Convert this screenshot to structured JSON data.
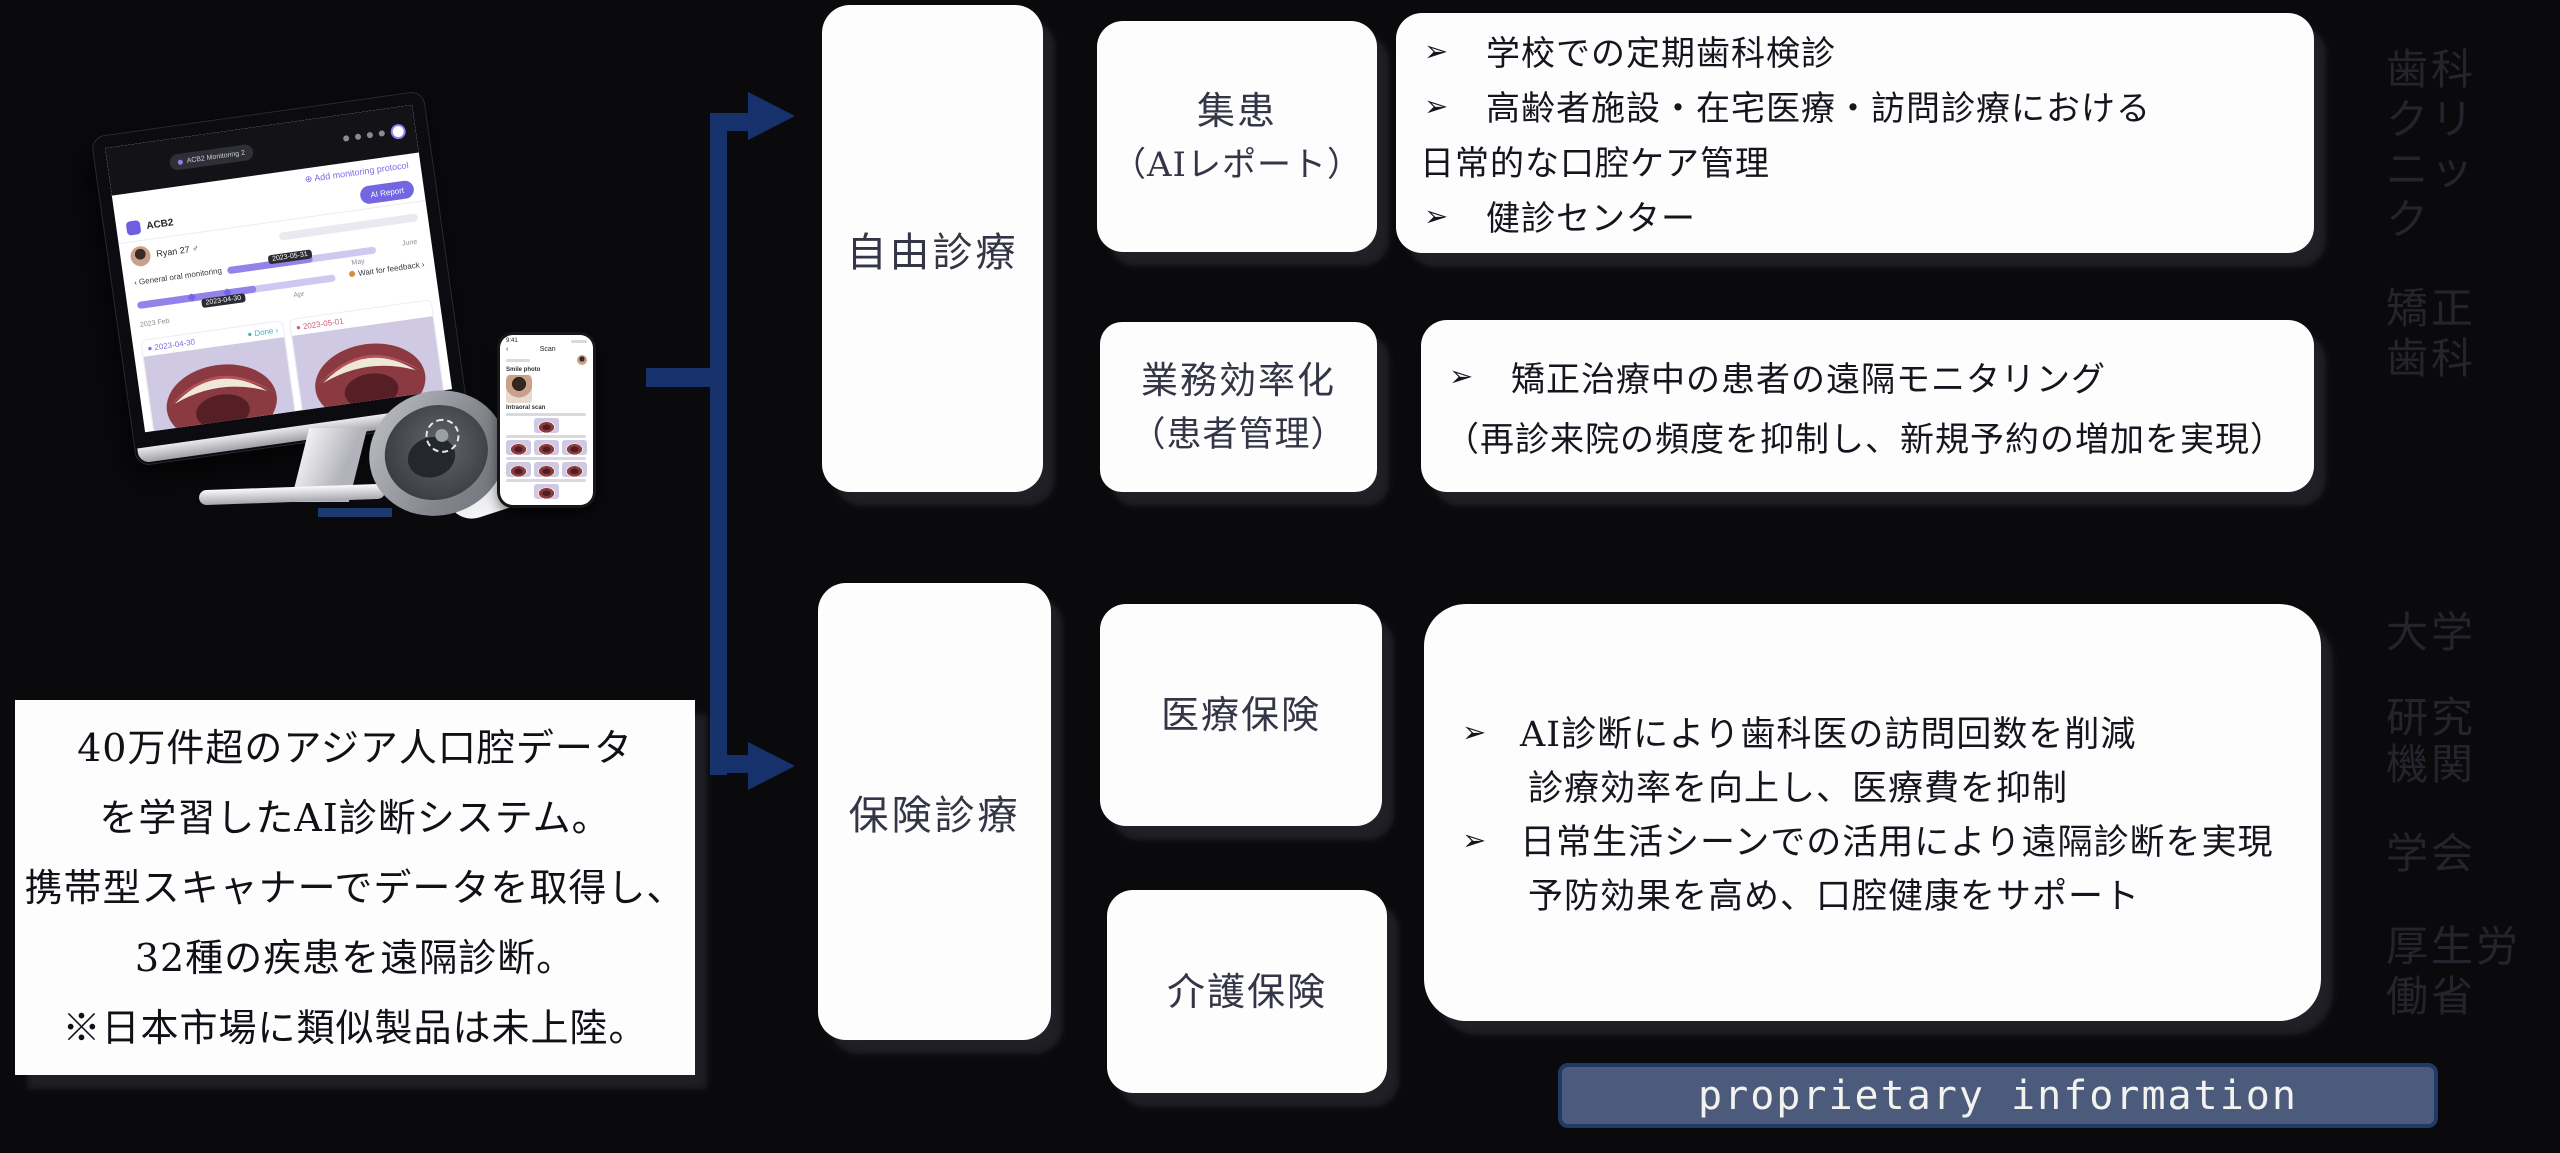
{
  "background": "#0a0a0d",
  "ui": {
    "bullet_char": "➢"
  },
  "colors": {
    "arrow_blue": "#16316b",
    "box_fill": "#fdfdfe",
    "box_text": "#343546",
    "bullet_text": "#15151e",
    "side_label_text": "#24252c",
    "proprietary_fill": "#4c5b7c",
    "proprietary_border": "#203a66",
    "proprietary_text": "#f2f2ee",
    "app_accent_purple": "#7b6ae8"
  },
  "description_box": {
    "lines": [
      "40万件超のアジア人口腔データ",
      "を学習したAI診断システム。",
      "携帯型スキャナーでデータを取得し、",
      "32種の疾患を遠隔診断。",
      "※日本市場に類似製品は未上陸。"
    ]
  },
  "flow": {
    "category_boxes": [
      {
        "label": "自由診療"
      },
      {
        "label": "保険診療"
      }
    ],
    "sub_boxes": [
      {
        "line1": "集患",
        "line2": "（AIレポート）"
      },
      {
        "line1": "業務効率化",
        "line2": "（患者管理）"
      },
      {
        "line1": "医療保険",
        "line2": ""
      },
      {
        "line1": "介護保険",
        "line2": ""
      }
    ],
    "detail_boxes": [
      {
        "items": [
          {
            "text": "学校での定期歯科検診"
          },
          {
            "text": "高齢者施設・在宅医療・訪問診療における"
          },
          {
            "text": "日常的な口腔ケア管理"
          },
          {
            "text": "健診センター"
          }
        ]
      },
      {
        "items": [
          {
            "text": "矯正治療中の患者の遠隔モニタリング"
          },
          {
            "text": "（再診来院の頻度を抑制し、新規予約の増加を実現）"
          }
        ]
      },
      {
        "items": [
          {
            "text": "AI診断により歯科医の訪問回数を削減"
          },
          {
            "text": "診療効率を向上し、医療費を抑制"
          },
          {
            "text": "日常生活シーンでの活用により遠隔診断を実現"
          },
          {
            "text": "予防効果を高め、口腔健康をサポート"
          }
        ]
      }
    ]
  },
  "side_labels": [
    {
      "text": "歯科クリニック"
    },
    {
      "text": "矯正歯科"
    },
    {
      "text": "大学"
    },
    {
      "text": "研究機関"
    },
    {
      "text": "学会"
    },
    {
      "text": "厚生労働省"
    }
  ],
  "footer": {
    "proprietary": "proprietary information"
  },
  "monitor_app": {
    "tab": "ACB2 Monitoring 2",
    "add_protocol": "⊕ Add monitoring protocol",
    "brand": "ACB2",
    "report_button": "AI Report",
    "patient": "Ryan 27 ♂",
    "timeline": "‹ General oral monitoring",
    "chip1": "2023-05-31",
    "chip2": "2023-04-30",
    "month_apr": "Apr",
    "month_may": "May",
    "month_jun": "June",
    "start": "2023 Feb",
    "wait": "Wait for feedback ›",
    "done": "● Done ›",
    "card1": "● 2023-04-30",
    "card2": "● 2023-05-01"
  },
  "phone_app": {
    "time": "9:41",
    "title": "Scan",
    "back": "‹",
    "smile_photo": "Smile photo",
    "intraoral_scan": "Intraoral scan"
  }
}
